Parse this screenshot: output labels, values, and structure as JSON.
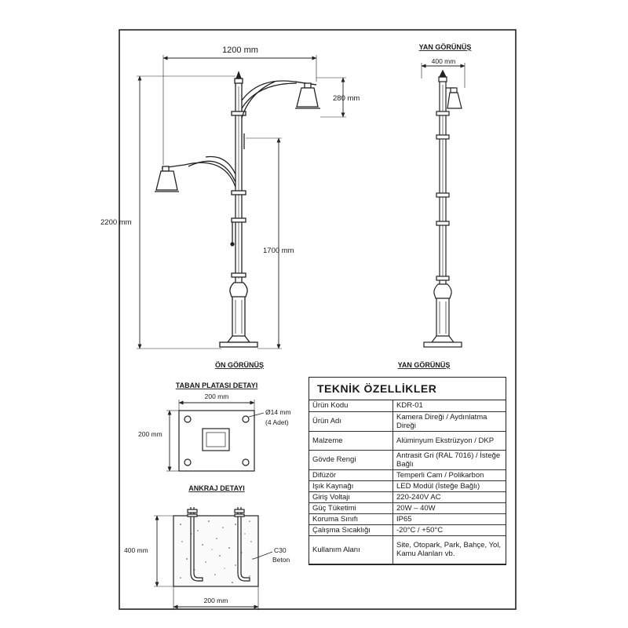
{
  "drawing": {
    "front_view": {
      "title": "ÖN GÖRÜNÜŞ",
      "dim_width": "1200 mm",
      "dim_lamp_drop": "280 mm",
      "dim_total_height": "2200 mm",
      "dim_lower_height": "1700 mm"
    },
    "side_view": {
      "title_top": "YAN GÖRÜNÜŞ",
      "title_bottom": "YAN GÖRÜNÜŞ",
      "dim_width": "400 mm"
    },
    "base_plate": {
      "title": "TABAN PLATASI DETAYI",
      "dim_top": "200 mm",
      "dim_left": "200 mm",
      "hole_note_1": "Ø14 mm",
      "hole_note_2": "(4 Adet)"
    },
    "anchor": {
      "title": "ANKRAJ DETAYI",
      "dim_height": "400 mm",
      "dim_bottom": "200 mm",
      "concrete_1": "C30",
      "concrete_2": "Beton"
    }
  },
  "specs": {
    "title": "TEKNİK ÖZELLİKLER",
    "rows": [
      {
        "label": "Ürün Kodu",
        "value": "KDR-01"
      },
      {
        "label": "Ürün Adı",
        "value": "Kamera Direği / Aydınlatma Direği"
      },
      {
        "label": "Malzeme",
        "value": "Alüminyum Ekstrüzyon / DKP"
      },
      {
        "label": "Gövde Rengi",
        "value": "Antrasit Gri (RAL 7016) / İsteğe Bağlı"
      },
      {
        "label": "Difüzör",
        "value": "Temperli Cam / Polikarbon"
      },
      {
        "label": "Işık Kaynağı",
        "value": "LED Modül (İsteğe Bağlı)"
      },
      {
        "label": "Giriş Voltajı",
        "value": "220-240V AC"
      },
      {
        "label": "Güç Tüketimi",
        "value": "20W – 40W"
      },
      {
        "label": "Koruma Sınıfı",
        "value": "IP65"
      },
      {
        "label": "Çalışma Sıcaklığı",
        "value": "-20°C / +50°C"
      },
      {
        "label": "Kullanım Alanı",
        "value": "Site, Otopark, Park, Bahçe, Yol, Kamu Alanları vb."
      }
    ]
  }
}
